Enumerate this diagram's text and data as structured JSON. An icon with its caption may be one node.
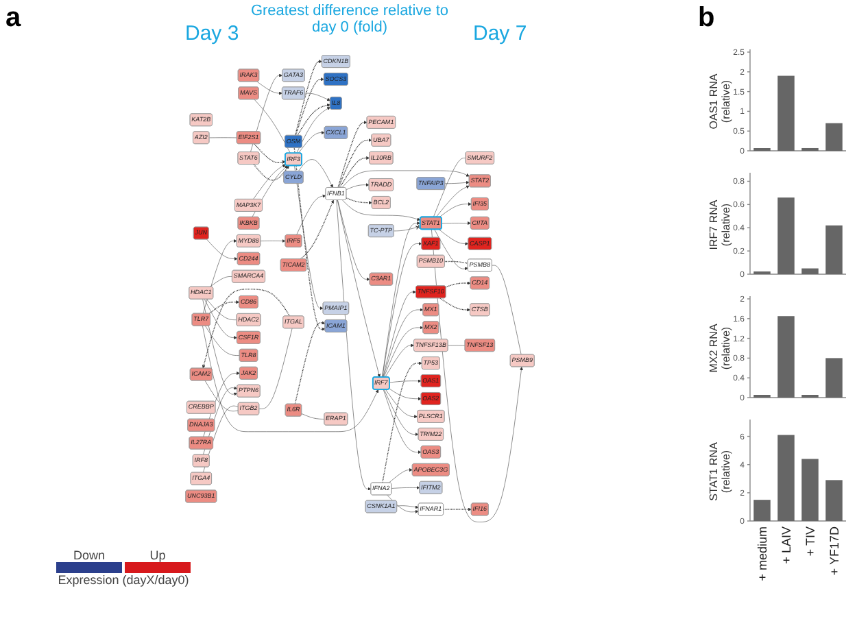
{
  "diagram": {
    "title": "Greatest difference relative to day 0 (fold)",
    "nodes": [
      {
        "text": [
          "PECAM1"
        ]
      },
      {
        "text": [
          "GATA3"
        ]
      },
      {
        "text": [
          "CYLD"
        ]
      },
      {
        "text": [
          "KAT2B"
        ]
      },
      {
        "text": [
          "UBA7"
        ]
      },
      {
        "text": [
          "IL10RB"
        ]
      },
      {
        "text": [
          "IKBKB"
        ]
      },
      {
        "text": [
          "CDKN1B"
        ]
      },
      {
        "text": [
          "SOCS3"
        ]
      },
      {
        "text": [
          "TNFAIP3"
        ]
      },
      {
        "text": [
          "SMURF2"
        ]
      },
      {
        "text": [
          "STAT2"
        ]
      },
      {
        "text": [
          "STAT6"
        ]
      },
      {
        "text": [
          "IL8"
        ]
      },
      {
        "text": [
          "CXCL1"
        ]
      },
      {
        "text": [
          "TRAF6"
        ]
      },
      {
        "text": [
          "IFI35"
        ]
      },
      {
        "text": [
          "CIITA"
        ]
      },
      {
        "text": [
          "CASP1"
        ]
      },
      {
        "text": [
          "MAP3K7"
        ]
      },
      {
        "text": [
          "OSM"
        ]
      },
      {
        "text": [
          "AZI2"
        ]
      },
      {
        "text": [
          "IRF3"
        ]
      },
      {
        "text": [
          "EIF2S1"
        ]
      },
      {
        "text": [
          "PSMB10"
        ]
      },
      {
        "text": [
          "PSMB8"
        ]
      },
      {
        "text": [
          "TC-PTP"
        ]
      },
      {
        "text": [
          "IFNB1"
        ]
      },
      {
        "text": [
          "PMAIP1"
        ]
      },
      {
        "text": [
          "MAVS"
        ]
      },
      {
        "text": [
          "IRAK3"
        ]
      },
      {
        "text": [
          "ICAM1"
        ]
      },
      {
        "text": [
          "TRADD"
        ]
      },
      {
        "text": [
          "CD14"
        ]
      },
      {
        "text": [
          "PSMB9"
        ]
      },
      {
        "text": [
          "STAT1"
        ]
      },
      {
        "text": [
          "XAF1"
        ]
      },
      {
        "text": [
          "BCL2"
        ]
      },
      {
        "text": [
          "ICAM2"
        ]
      },
      {
        "text": [
          "ITGA4"
        ]
      },
      {
        "text": [
          "CTSB"
        ]
      },
      {
        "text": [
          "TNFSF10"
        ]
      },
      {
        "text": [
          "IRF7"
        ]
      },
      {
        "text": [
          "TICAM2"
        ]
      },
      {
        "text": [
          "IFNA2"
        ]
      },
      {
        "text": [
          "IRF8"
        ]
      },
      {
        "text": [
          "JUN"
        ]
      },
      {
        "text": [
          "IL6R"
        ]
      },
      {
        "text": [
          "ITGB2"
        ]
      },
      {
        "text": [
          "ITGAL"
        ]
      },
      {
        "text": [
          "TNFSF13B"
        ]
      },
      {
        "text": [
          "TNFSF13"
        ]
      },
      {
        "text": [
          "MX1"
        ]
      },
      {
        "text": [
          "IRF5"
        ]
      },
      {
        "text": [
          "CREBBP"
        ]
      },
      {
        "text": [
          "CD244"
        ]
      },
      {
        "text": [
          "ERAP1"
        ]
      },
      {
        "text": [
          "MX2"
        ]
      },
      {
        "text": [
          "IFNAR1"
        ]
      },
      {
        "text": [
          "DNAJA3"
        ]
      },
      {
        "text": [
          "TP53"
        ]
      },
      {
        "text": [
          "C3AR1"
        ]
      },
      {
        "text": [
          "CSNK1A1"
        ]
      },
      {
        "text": [
          "SMARCA4"
        ]
      },
      {
        "text": [
          "IFI16"
        ]
      },
      {
        "text": [
          "OAS1"
        ]
      },
      {
        "text": [
          "OAS2"
        ]
      },
      {
        "text": [
          "PLSCR1"
        ]
      },
      {
        "text": [
          "TRIM22"
        ]
      },
      {
        "text": [
          "MYD88"
        ]
      },
      {
        "text": [
          "IL27RA"
        ]
      },
      {
        "text": [
          "TLR7"
        ]
      },
      {
        "text": [
          "OAS3"
        ]
      },
      {
        "text": [
          "CD86"
        ]
      },
      {
        "text": [
          "HDAC1"
        ]
      },
      {
        "text": [
          "HDAC2"
        ]
      },
      {
        "text": [
          "CSF1R"
        ]
      },
      {
        "text": [
          "UNC93B1"
        ]
      },
      {
        "text": [
          "TLR8"
        ]
      },
      {
        "text": [
          "JAK2"
        ]
      },
      {
        "text": [
          "APOBEC3G"
        ]
      },
      {
        "text": [
          "IFITM2"
        ]
      },
      {
        "text": [
          "PTPN6"
        ]
      }
    ],
    "edges": [
      {
        "from": 27,
        "to": 0,
        "arrow": "to",
        "style": "dashed"
      },
      {
        "from": 12,
        "to": 1,
        "arrow": "to"
      },
      {
        "from": 27,
        "to": 5,
        "arrow": "to",
        "style": "dashed"
      },
      {
        "from": 35,
        "to": 10,
        "arrow": "none"
      },
      {
        "from": 35,
        "to": 17,
        "arrow": "to"
      },
      {
        "from": 35,
        "to": 16,
        "arrow": "to"
      },
      {
        "from": 35,
        "to": 18,
        "arrow": "to"
      },
      {
        "from": 35,
        "to": 25,
        "arrow": "to"
      },
      {
        "from": 35,
        "to": 34,
        "arrow": "to"
      },
      {
        "from": 24,
        "to": 25,
        "arrow": "none",
        "style": "dashed"
      },
      {
        "from": 25,
        "to": 34,
        "arrow": "none"
      },
      {
        "from": 35,
        "to": 11,
        "arrow": "to"
      },
      {
        "from": 26,
        "to": 35,
        "arrow": "other"
      },
      {
        "from": 9,
        "to": 11,
        "arrow": "to"
      },
      {
        "from": 27,
        "to": 11,
        "arrow": "to"
      },
      {
        "from": 41,
        "to": 33,
        "arrow": "to",
        "style": "dashed"
      },
      {
        "from": 41,
        "to": 40,
        "arrow": "to",
        "style": "dashed"
      },
      {
        "from": 42,
        "to": 41,
        "arrow": "to"
      },
      {
        "from": 42,
        "to": 36,
        "arrow": "to"
      },
      {
        "from": 42,
        "to": 50,
        "arrow": "to"
      },
      {
        "from": 50,
        "to": 51,
        "arrow": "none"
      },
      {
        "from": 42,
        "to": 52,
        "arrow": "to"
      },
      {
        "from": 42,
        "to": 57,
        "arrow": "to"
      },
      {
        "from": 42,
        "to": 65,
        "arrow": "to"
      },
      {
        "from": 42,
        "to": 66,
        "arrow": "to"
      },
      {
        "from": 42,
        "to": 72,
        "arrow": "to"
      },
      {
        "from": 42,
        "to": 67,
        "arrow": "to"
      },
      {
        "from": 42,
        "to": 68,
        "arrow": "to"
      },
      {
        "from": 71,
        "to": 42,
        "arrow": "to"
      },
      {
        "from": 71,
        "to": 73,
        "arrow": "to",
        "style": "dashed"
      },
      {
        "from": 71,
        "to": 69,
        "arrow": "to"
      },
      {
        "from": 71,
        "to": 78,
        "arrow": "none"
      },
      {
        "from": 42,
        "to": 35,
        "arrow": "to"
      },
      {
        "from": 43,
        "to": 27,
        "arrow": "to",
        "style": "dashed"
      },
      {
        "from": 69,
        "to": 53,
        "arrow": "to"
      },
      {
        "from": 53,
        "to": 27,
        "arrow": "to"
      },
      {
        "from": 2,
        "to": 27,
        "arrow": "to"
      },
      {
        "from": 12,
        "to": 22,
        "arrow": "to",
        "style": "dashed"
      },
      {
        "from": 6,
        "to": 22,
        "arrow": "to"
      },
      {
        "from": 27,
        "to": 4,
        "arrow": "to",
        "style": "dashed"
      },
      {
        "from": 22,
        "to": 14,
        "arrow": "to"
      },
      {
        "from": 22,
        "to": 13,
        "arrow": "to"
      },
      {
        "from": 20,
        "to": 13,
        "arrow": "to",
        "style": "dashed"
      },
      {
        "from": 20,
        "to": 8,
        "arrow": "to",
        "style": "dashed"
      },
      {
        "from": 20,
        "to": 7,
        "arrow": "to",
        "style": "dashed"
      },
      {
        "from": 20,
        "to": 31,
        "arrow": "to",
        "style": "dashed"
      },
      {
        "from": 19,
        "to": 22,
        "arrow": "to"
      },
      {
        "from": 23,
        "to": 22,
        "arrow": "to",
        "style": "dashed"
      },
      {
        "from": 15,
        "to": 13,
        "arrow": "to"
      },
      {
        "from": 30,
        "to": 15,
        "arrow": "to"
      },
      {
        "from": 21,
        "to": 23,
        "arrow": "none"
      },
      {
        "from": 29,
        "to": 22,
        "arrow": "none"
      },
      {
        "from": 22,
        "to": 28,
        "arrow": "to"
      },
      {
        "from": 27,
        "to": 32,
        "arrow": "to"
      },
      {
        "from": 27,
        "to": 37,
        "arrow": "to",
        "style": "dashed"
      },
      {
        "from": 47,
        "to": 31,
        "arrow": "to",
        "style": "dashed"
      },
      {
        "from": 49,
        "to": 38,
        "arrow": "to",
        "style": "dashed"
      },
      {
        "from": 38,
        "to": 48,
        "arrow": "none"
      },
      {
        "from": 39,
        "to": 48,
        "arrow": "none"
      },
      {
        "from": 48,
        "to": 49,
        "arrow": "none"
      },
      {
        "from": 47,
        "to": 56,
        "arrow": "none"
      },
      {
        "from": 44,
        "to": 60,
        "arrow": "to",
        "style": "dashed"
      },
      {
        "from": 58,
        "to": 64,
        "arrow": "to",
        "style": "dashed"
      },
      {
        "from": 44,
        "to": 58,
        "arrow": "to"
      },
      {
        "from": 62,
        "to": 58,
        "arrow": "to"
      },
      {
        "from": 74,
        "to": 63,
        "arrow": "none"
      },
      {
        "from": 74,
        "to": 75,
        "arrow": "none"
      },
      {
        "from": 74,
        "to": 76,
        "arrow": "to"
      },
      {
        "from": 74,
        "to": 82,
        "arrow": "to"
      },
      {
        "from": 45,
        "to": 82,
        "arrow": "to"
      },
      {
        "from": 46,
        "to": 55,
        "arrow": "to"
      },
      {
        "from": 27,
        "to": 61,
        "arrow": "to"
      },
      {
        "from": 44,
        "to": 80,
        "arrow": "to"
      },
      {
        "from": 44,
        "to": 81,
        "arrow": "to"
      },
      {
        "from": 70,
        "to": 79,
        "arrow": "to"
      },
      {
        "from": 27,
        "to": 44,
        "arrow": "to"
      },
      {
        "from": 27,
        "to": 42,
        "arrow": "to"
      },
      {
        "from": 27,
        "to": 35,
        "arrow": "to"
      }
    ],
    "labels": [
      "a",
      "Day 3",
      "Day 7",
      "Expression (dayX/day0)",
      "b"
    ],
    "legend": [
      {
        "text": "Down",
        "color": "#2b3f8c"
      },
      {
        "text": "Up",
        "color": "#d7191c"
      }
    ],
    "chart_data": [
      {
        "type": "bar",
        "ylabel": "OAS1 RNA (relative)",
        "values": [
          0.02,
          1.9,
          0.07,
          0.7
        ],
        "ylim": [
          0,
          2.5
        ],
        "yticks": [
          0,
          0.5,
          1,
          1.5,
          2,
          2.5
        ]
      },
      {
        "type": "bar",
        "ylabel": "IRF7 RNA (relative)",
        "values": [
          0.01,
          0.66,
          0.05,
          0.42
        ],
        "ylim": [
          0,
          0.85
        ],
        "yticks": [
          0,
          0.2,
          0.4,
          0.6,
          0.8
        ]
      },
      {
        "type": "bar",
        "ylabel": "MX2 RNA (relative)",
        "values": [
          0.02,
          1.65,
          0.02,
          0.8
        ],
        "ylim": [
          0,
          2
        ],
        "yticks": [
          0,
          0.4,
          0.8,
          1.2,
          1.6,
          2
        ]
      },
      {
        "type": "bar",
        "ylabel": "STAT1 RNA (relative)",
        "categories": [
          "+ medium",
          "+ LAIV",
          "+ TIV",
          "+ YF17D"
        ],
        "values": [
          1.5,
          6.1,
          4.4,
          2.9
        ],
        "ylim": [
          0,
          7
        ],
        "yticks": [
          0,
          2,
          4,
          6
        ]
      }
    ]
  }
}
